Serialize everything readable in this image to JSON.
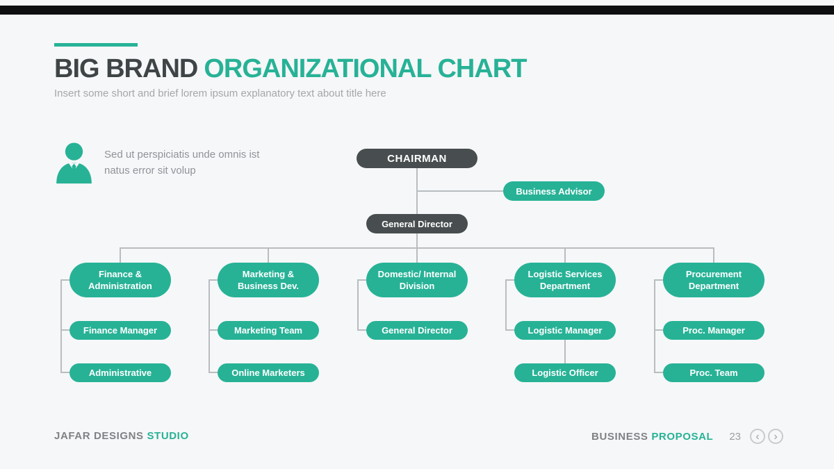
{
  "theme": {
    "accent": "#27b296",
    "dark": "#484d4f",
    "line": "#b9bdc0",
    "bg": "#f6f7f8",
    "topbar": "#0d0f10"
  },
  "header": {
    "title_primary": "BIG BRAND",
    "title_accent": "ORGANIZATIONAL CHART",
    "subtitle": "Insert some short and brief lorem ipsum explanatory text about title here"
  },
  "note": {
    "icon": "businessman-icon",
    "lines": [
      "Sed ut perspiciatis unde omnis ist",
      "natus error sit volup"
    ]
  },
  "org_chart": {
    "chairman": "CHAIRMAN",
    "business_advisor": "Business Advisor",
    "general_director": "General Director",
    "columns": [
      {
        "title": [
          "Finance &",
          "Administration"
        ],
        "children": [
          "Finance Manager",
          "Administrative"
        ]
      },
      {
        "title": [
          "Marketing &",
          "Business Dev."
        ],
        "children": [
          "Marketing Team",
          "Online Marketers"
        ]
      },
      {
        "title": [
          "Domestic/ Internal",
          "Division"
        ],
        "children": [
          "General Director"
        ]
      },
      {
        "title": [
          "Logistic Services",
          "Department"
        ],
        "children": [
          "Logistic Manager",
          "Logistic Officer"
        ]
      },
      {
        "title": [
          "Procurement",
          "Department"
        ],
        "children": [
          "Proc. Manager",
          "Proc. Team"
        ]
      }
    ]
  },
  "footer": {
    "brand_primary": "JAFAR DESIGNS",
    "brand_accent": "STUDIO",
    "doc_primary": "BUSINESS",
    "doc_accent": "PROPOSAL",
    "page_number": "23",
    "prev_icon": "‹",
    "next_icon": "›"
  }
}
